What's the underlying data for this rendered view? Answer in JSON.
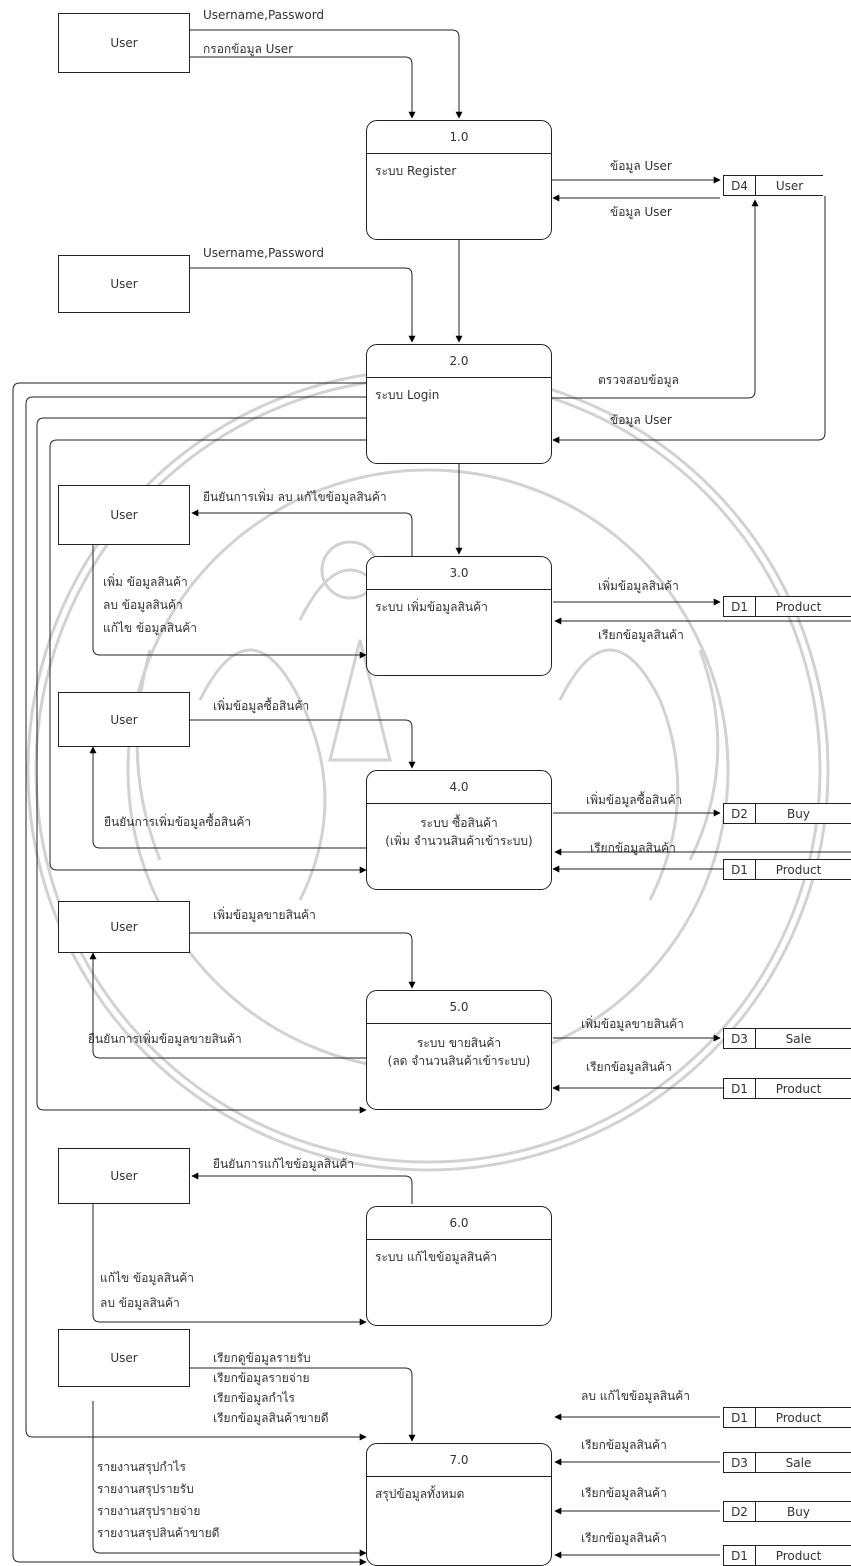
{
  "entity_label": "User",
  "processes": [
    {
      "id": "1.0",
      "name": "ระบบ Register"
    },
    {
      "id": "2.0",
      "name": "ระบบ Login"
    },
    {
      "id": "3.0",
      "name": "ระบบ เพิ่มข้อมูลสินค้า"
    },
    {
      "id": "4.0",
      "name": "ระบบ ซื้อสินค้า",
      "name2": "(เพิ่ม จำนวนสินค้าเข้าระบบ)"
    },
    {
      "id": "5.0",
      "name": "ระบบ ขายสินค้า",
      "name2": "(ลด จำนวนสินค้าเข้าระบบ)"
    },
    {
      "id": "6.0",
      "name": "ระบบ แก้ไขข้อมูลสินค้า"
    },
    {
      "id": "7.0",
      "name": "สรุปข้อมูลทั้งหมด"
    }
  ],
  "stores": {
    "user": {
      "id": "D4",
      "name": "User"
    },
    "product": {
      "id": "D1",
      "name": "Product"
    },
    "buy": {
      "id": "D2",
      "name": "Buy"
    },
    "sale": {
      "id": "D3",
      "name": "Sale"
    }
  },
  "flows": {
    "username_password": "Username,Password",
    "fill_user": "กรอกข้อมูล User",
    "user_data": "ข้อมูล User",
    "verify": "ตรวจสอบข้อมูล",
    "confirm_edit_product": "ยืนยันการเพิ่ม ลบ แก้ไขข้อมูลสินค้า",
    "add_product": "เพิ่ม ข้อมูลสินค้า",
    "del_product": "ลบ ข้อมูลสินค้า",
    "edit_product": "แก้ไข ข้อมูลสินค้า",
    "add_product_data": "เพิ่มข้อมูลสินค้า",
    "get_product": "เรียกข้อมูลสินค้า",
    "add_buy": "เพิ่มข้อมูลซื้อสินค้า",
    "confirm_add_buy": "ยืนยันการเพิ่มข้อมูลซื้อสินค้า",
    "add_sale": "เพิ่มข้อมูลขายสินค้า",
    "confirm_add_sale": "ยืนยันการเพิ่มข้อมูลขายสินค้า",
    "confirm_edit": "ยืนยันการแก้ไขข้อมูลสินค้า",
    "del_edit_product": "ลบ แก้ไขข้อมูลสินค้า",
    "req_income": "เรียกดูข้อมูลรายรับ",
    "req_expense": "เรียกข้อมูลรายจ่าย",
    "req_profit": "เรียกข้อมูลกำไร",
    "req_best": "เรียกข้อมูลสินค้าขายดี",
    "rep_profit": "รายงานสรุปกำไร",
    "rep_income": "รายงานสรุปรายรับ",
    "rep_expense": "รายงานสรุปรายจ่าย",
    "rep_best": "รายงานสรุปสินค้าขายดี"
  }
}
